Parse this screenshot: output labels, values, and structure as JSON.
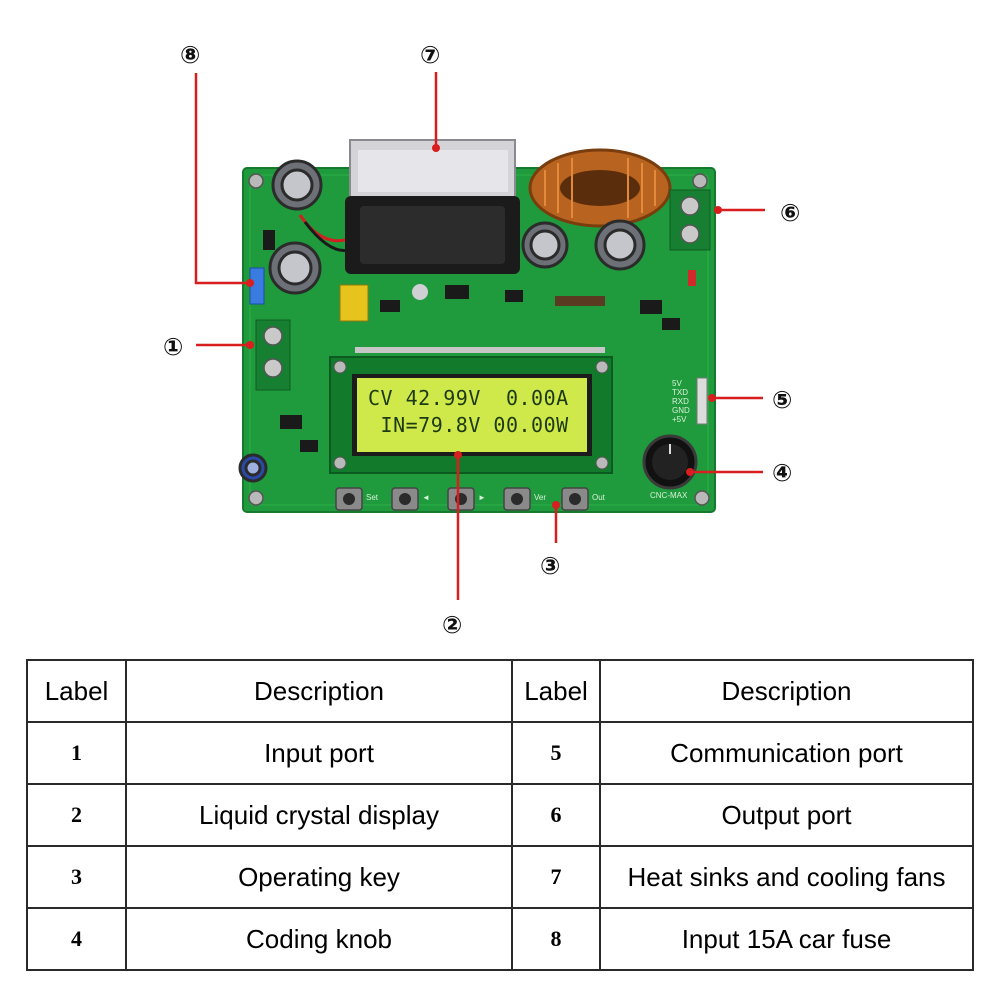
{
  "colors": {
    "board": "#1f9a3c",
    "board_dark": "#157a2c",
    "lcd": "#cfe94a",
    "leader": "#d81e1e",
    "copper": "#b8631f"
  },
  "callouts": [
    {
      "num": "①",
      "target": "input-port"
    },
    {
      "num": "②",
      "target": "liquid-crystal-display"
    },
    {
      "num": "③",
      "target": "operating-key"
    },
    {
      "num": "④",
      "target": "coding-knob"
    },
    {
      "num": "⑤",
      "target": "communication-port"
    },
    {
      "num": "⑥",
      "target": "output-port"
    },
    {
      "num": "⑦",
      "target": "heat-sink-fan"
    },
    {
      "num": "⑧",
      "target": "input-fuse"
    }
  ],
  "lcd": {
    "line1": "CV 42.99V  0.00A",
    "line2": " IN=79.8V 00.00W"
  },
  "silkscreen": {
    "keys": [
      "Set",
      "◄",
      "►",
      "Ver",
      "Out"
    ],
    "knob": "CNC-MAX",
    "pins": [
      "5V",
      "TXD",
      "RXD",
      "GND",
      "+5V"
    ]
  },
  "table": {
    "headers": [
      "Label",
      "Description",
      "Label",
      "Description"
    ],
    "rows": [
      {
        "l1": "1",
        "d1": "Input port",
        "l2": "5",
        "d2": "Communication port"
      },
      {
        "l1": "2",
        "d1": "Liquid crystal display",
        "l2": "6",
        "d2": "Output port"
      },
      {
        "l1": "3",
        "d1": "Operating key",
        "l2": "7",
        "d2": "Heat sinks and cooling fans"
      },
      {
        "l1": "4",
        "d1": "Coding knob",
        "l2": "8",
        "d2": "Input 15A car fuse"
      }
    ]
  }
}
